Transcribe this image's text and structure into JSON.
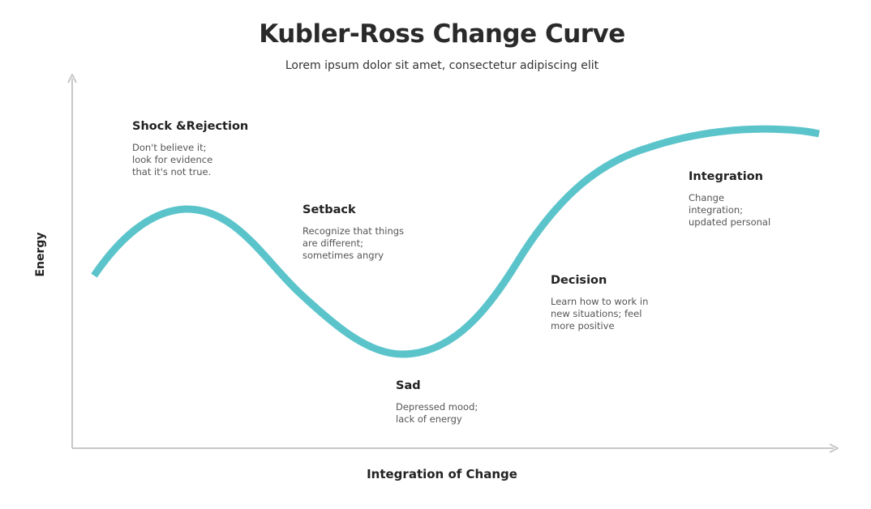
{
  "title": "Kubler-Ross Change Curve",
  "subtitle": "Lorem ipsum dolor sit amet, consectetur adipiscing elit",
  "axes": {
    "y_label": "Energy",
    "x_label": "Integration of Change"
  },
  "colors": {
    "curve": "#5bc4cb",
    "axis": "#c8c8c8",
    "title": "#2a2a2a",
    "text": "#555555"
  },
  "stages": [
    {
      "id": "shock",
      "title": "Shock &Rejection",
      "description": "Don't believe it;\nlook for evidence\nthat it's not true."
    },
    {
      "id": "setback",
      "title": "Setback",
      "description": "Recognize that things\nare different;\nsometimes angry"
    },
    {
      "id": "sad",
      "title": "Sad",
      "description": "Depressed mood;\nlack of energy"
    },
    {
      "id": "decision",
      "title": "Decision",
      "description": "Learn how to work in\nnew situations; feel\nmore positive"
    },
    {
      "id": "integration",
      "title": "Integration",
      "description": "Change\nintegration;\nupdated personal"
    }
  ]
}
